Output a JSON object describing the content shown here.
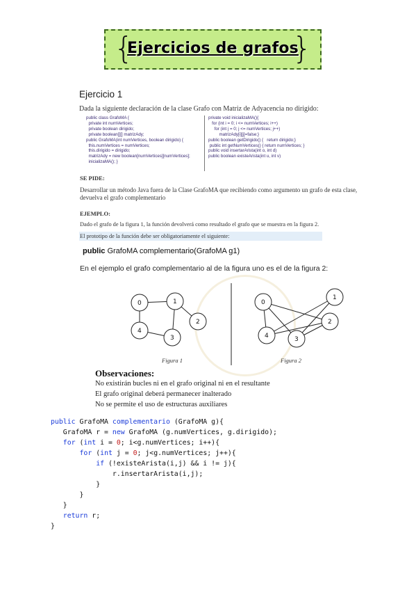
{
  "banner": {
    "title": "Ejercicios de grafos",
    "brace_left": "{",
    "brace_right": "}"
  },
  "exercise": {
    "title": "Ejercicio 1",
    "intro": "Dada la siguiente declaración de la clase Grafo con Matriz de Adyacencia no dirigido:",
    "code_left": [
      "public class GrafoMA {",
      "  private int numVertices;",
      "  private boolean dirigido;",
      "  private boolean[][] matrizAdy;",
      "public GrafoMA(int numVertices, boolean dirigido) {",
      "  this.numVertices = numVertices;",
      "  this.dirigido = dirigido;",
      "  matrizAdy = new boolean[numVertices][numVertices];",
      "  inicializaMA(); }"
    ],
    "code_right": [
      "private void inicializaMA(){",
      "   for (int i = 0; i <= numVertices; i++)",
      "     for (int j = 0; j <= numVertices; j++)",
      "         matrizAdy[i][j]=false;}",
      "public boolean getDirigido() {   return dirigido;}",
      " public int getNumVertices() { return numVertices; }",
      "public void insertarArista(int o, int d)",
      "public boolean existeArista(int u, int v)"
    ],
    "se_pide_heading": "SE PIDE:",
    "se_pide_text": "Desarrollar un método Java fuera de la Clase GrafoMA que recibiendo como argumento un grafo de esta clase, devuelva el grafo complementario",
    "ejemplo_heading": "EJEMPLO:",
    "ejemplo_text1": "Dado el grafo de la figura 1, la función devolverá como resultado el grafo que se muestra en la figura 2.",
    "ejemplo_text2": "El prototipo de la función debe ser obligatoriamente el siguiente:",
    "prototype": {
      "kw": "public",
      "rest": " GrafoMA complementario(GrafoMA g1)"
    },
    "figures_intro": "En el ejemplo el grafo complementario al de la figura uno es el de la figura 2:",
    "figure1": {
      "caption": "Figura 1",
      "nodes": [
        "0",
        "1",
        "2",
        "3",
        "4"
      ]
    },
    "figure2": {
      "caption": "Figura 2",
      "nodes": [
        "0",
        "1",
        "2",
        "3",
        "4"
      ]
    },
    "observations": {
      "heading": "Observaciones:",
      "lines": [
        "No existirán bucles ni en el grafo original ni en el resultante",
        "El grafo original deberá permanecer inalterado",
        "No se permite el uso de estructuras auxiliares"
      ]
    }
  },
  "solution_code": [
    [
      [
        "kw",
        "public"
      ],
      [
        "t",
        " GrafoMA "
      ],
      [
        "fn",
        "complementario"
      ],
      [
        "t",
        " (GrafoMA g){"
      ]
    ],
    [
      [
        "t",
        "   GrafoMA r = "
      ],
      [
        "kw",
        "new"
      ],
      [
        "t",
        " GrafoMA (g.numVertices, g.dirigido);"
      ]
    ],
    [
      [
        "t",
        "   "
      ],
      [
        "kw",
        "for"
      ],
      [
        "t",
        " ("
      ],
      [
        "kw",
        "int"
      ],
      [
        "t",
        " i = "
      ],
      [
        "num",
        "0"
      ],
      [
        "t",
        "; i<g.numVertices; i++){"
      ]
    ],
    [
      [
        "t",
        "       "
      ],
      [
        "kw",
        "for"
      ],
      [
        "t",
        " ("
      ],
      [
        "kw",
        "int"
      ],
      [
        "t",
        " j = "
      ],
      [
        "num",
        "0"
      ],
      [
        "t",
        "; j<g.numVertices; j++){"
      ]
    ],
    [
      [
        "t",
        "           "
      ],
      [
        "kw",
        "if"
      ],
      [
        "t",
        " (!existeArista(i,j) && i != j){"
      ]
    ],
    [
      [
        "t",
        "               r.insertarArista(i,j);"
      ]
    ],
    [
      [
        "t",
        "           }"
      ]
    ],
    [
      [
        "t",
        "       }"
      ]
    ],
    [
      [
        "t",
        "   }"
      ]
    ],
    [
      [
        "t",
        "   "
      ],
      [
        "kw",
        "return"
      ],
      [
        "t",
        " r;"
      ]
    ],
    [
      [
        "t",
        "}"
      ]
    ]
  ]
}
